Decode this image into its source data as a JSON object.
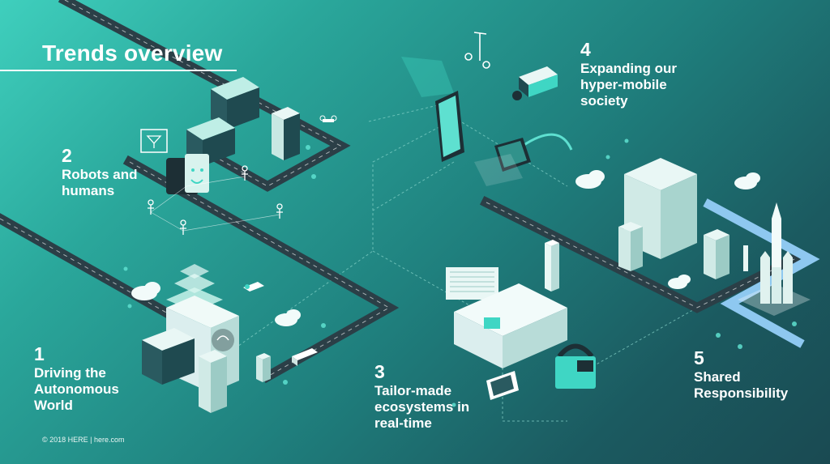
{
  "slide": {
    "title": "Trends overview",
    "copyright": "© 2018 HERE | here.com"
  },
  "trends": [
    {
      "number": "1",
      "label_lines": [
        "Driving the",
        "Autonomous",
        "World"
      ]
    },
    {
      "number": "2",
      "label_lines": [
        "Robots and",
        "humans"
      ]
    },
    {
      "number": "3",
      "label_lines": [
        "Tailor-made",
        "ecosystems in",
        "real-time"
      ]
    },
    {
      "number": "4",
      "label_lines": [
        "Expanding our",
        "hyper-mobile",
        "society"
      ]
    },
    {
      "number": "5",
      "label_lines": [
        "Shared",
        "Responsibility"
      ]
    }
  ],
  "colors": {
    "background_light": "#3fcfbd",
    "background_dark": "#1a4a52",
    "road": "#2b3f47",
    "road_blue": "#8ec8f0",
    "accent": "#3fd6c4",
    "text": "#ffffff"
  },
  "icons": [
    "robot-face-icon",
    "smartphone-icon",
    "vr-headset-icon",
    "segway-icon",
    "security-camera-icon",
    "rocket-icon",
    "padlock-icon",
    "car-icon",
    "drone-icon",
    "cocktail-sign-icon",
    "cloud-icon",
    "person-icon",
    "truck-icon"
  ]
}
